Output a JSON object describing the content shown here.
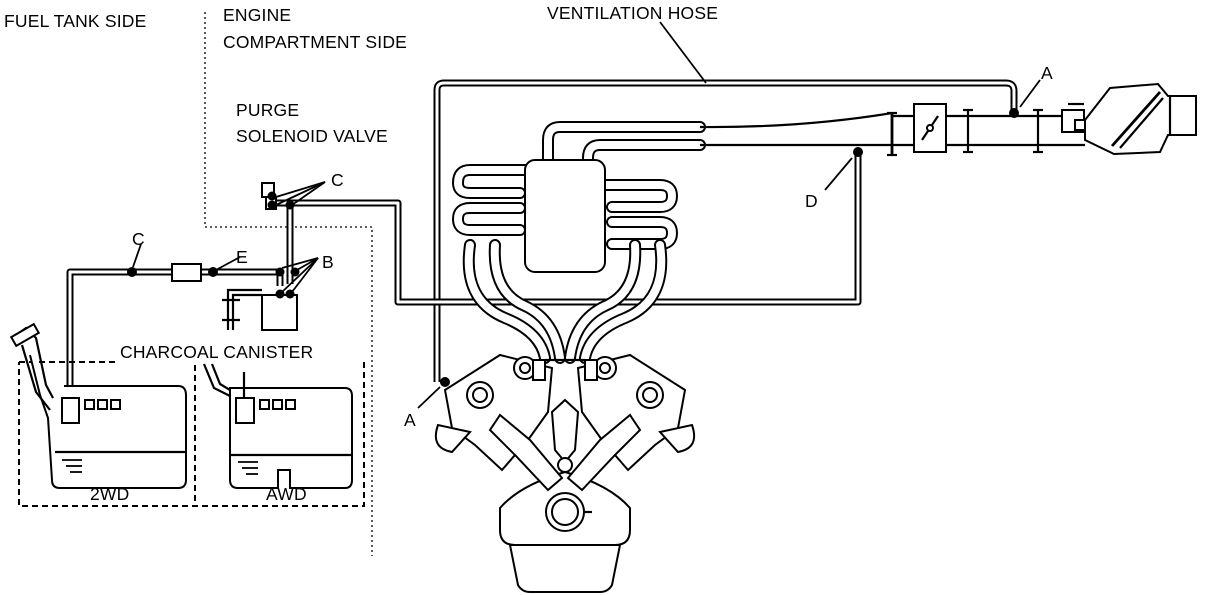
{
  "labels": {
    "fuel_tank_side": "FUEL TANK SIDE",
    "engine_side_1": "ENGINE",
    "engine_side_2": "COMPARTMENT SIDE",
    "ventilation_hose": "VENTILATION HOSE",
    "purge_1": "PURGE",
    "purge_2": "SOLENOID VALVE",
    "charcoal_canister": "CHARCOAL CANISTER",
    "tank_2wd": "2WD",
    "tank_awd": "AWD",
    "point_a_top": "A",
    "point_a_bottom": "A",
    "point_b": "B",
    "point_c_left": "C",
    "point_c_right": "C",
    "point_d": "D",
    "point_e": "E"
  }
}
